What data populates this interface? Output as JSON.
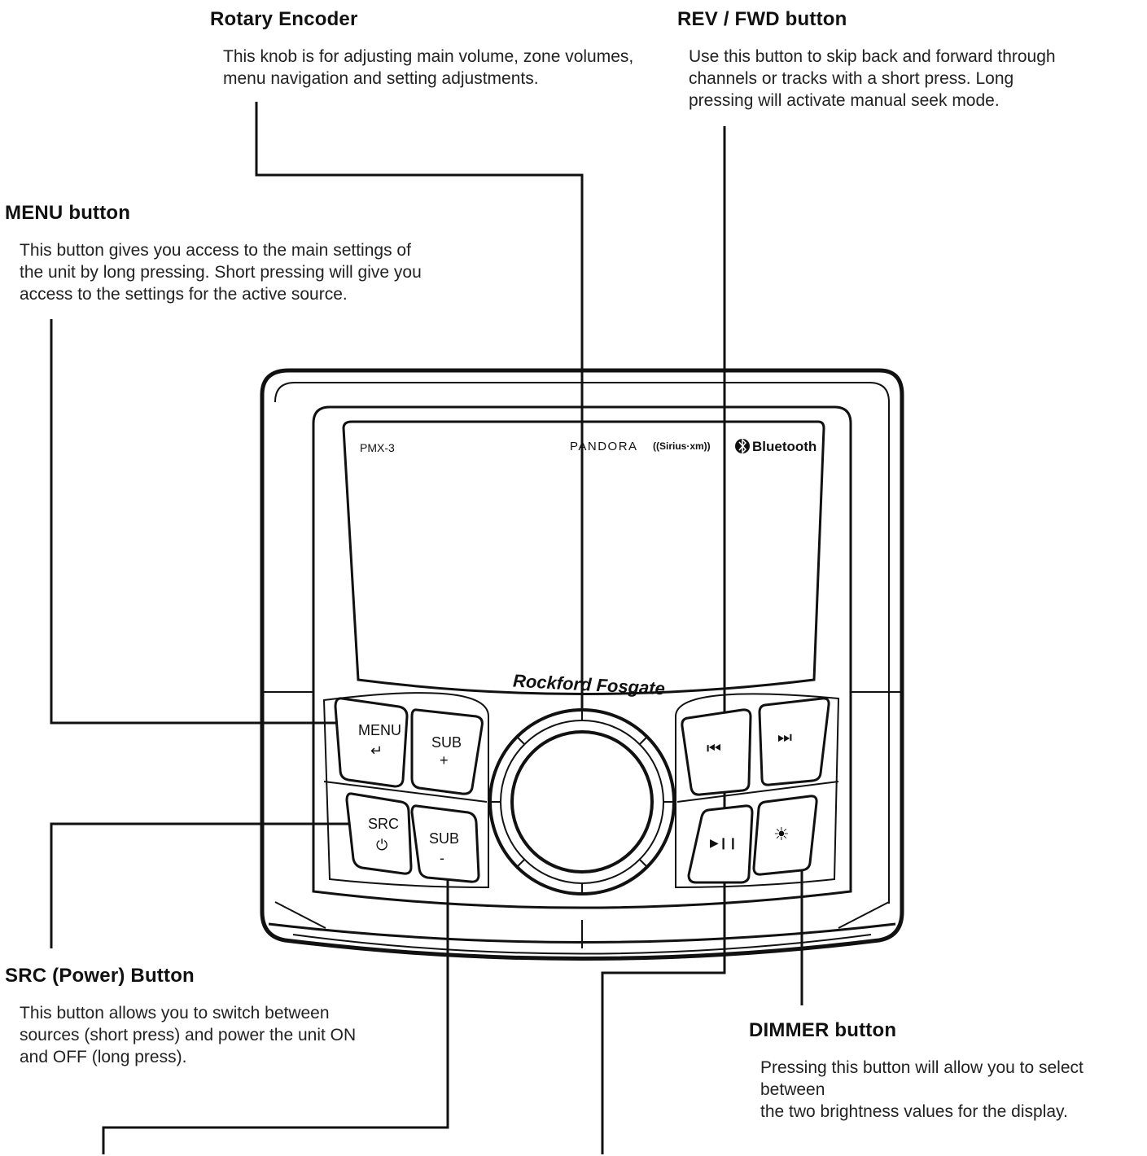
{
  "callouts": {
    "rotary": {
      "title": "Rotary Encoder",
      "lines": [
        "This knob is for adjusting main volume, zone volumes,",
        "menu navigation and setting adjustments."
      ]
    },
    "revfwd": {
      "title": "REV / FWD button",
      "lines": [
        "Use this button to skip back and forward through",
        "channels or tracks with a short press. Long",
        "pressing will activate manual seek mode."
      ]
    },
    "menu": {
      "title": "MENU button",
      "lines": [
        "This button gives you access to the main settings of",
        "the unit by long pressing. Short pressing will give you",
        "access to the settings for the active source."
      ]
    },
    "src": {
      "title": "SRC (Power) Button",
      "lines": [
        "This button allows you to switch between",
        "sources (short press) and power the unit ON",
        "and OFF (long press)."
      ]
    },
    "dimmer": {
      "title": "DIMMER button",
      "lines": [
        "Pressing this button will allow you to select between",
        "the two brightness values for the display."
      ]
    }
  },
  "device": {
    "model": "PMX-3",
    "logos": {
      "pandora": "PANDORA",
      "siriusxm": "((Sirius·xm))",
      "bluetooth": "Bluetooth"
    },
    "brand": "Rockford Fosgate",
    "buttons": {
      "menu": {
        "label": "MENU",
        "icon": "↵",
        "icon_name": "back-arrow-icon"
      },
      "sub_plus": {
        "label": "SUB",
        "icon": "+",
        "icon_name": "plus-icon"
      },
      "src": {
        "label": "SRC",
        "icon": "⏻",
        "icon_name": "power-icon"
      },
      "sub_minus": {
        "label": "SUB",
        "icon": "-",
        "icon_name": "minus-icon"
      },
      "rev": {
        "icon": "⏮",
        "icon_name": "skip-back-icon"
      },
      "fwd": {
        "icon": "⏭",
        "icon_name": "skip-forward-icon"
      },
      "play_pause": {
        "icon": "▶❙❙",
        "icon_name": "play-pause-icon"
      },
      "dimmer": {
        "icon": "☀",
        "icon_name": "sun-icon"
      }
    }
  }
}
